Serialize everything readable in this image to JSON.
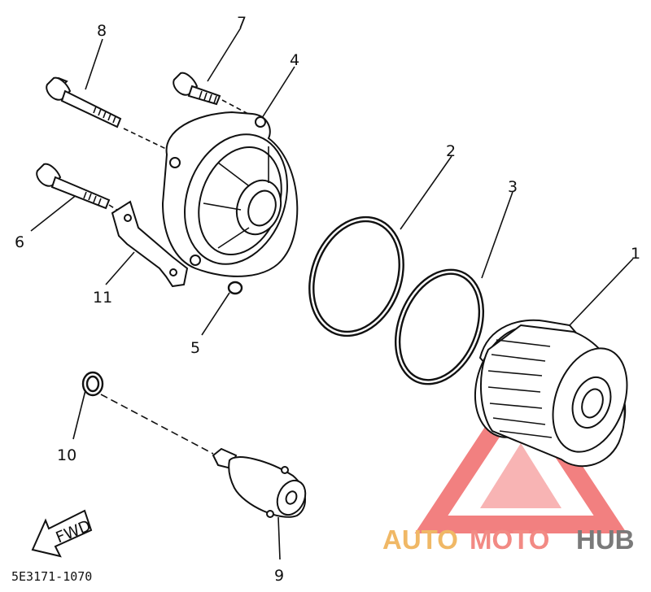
{
  "callouts": [
    "1",
    "2",
    "3",
    "4",
    "5",
    "6",
    "7",
    "8",
    "9",
    "10",
    "11"
  ],
  "diagram_code": "5E3171-1070",
  "fwd_label": "FWD",
  "watermark": {
    "part1": "AUTO",
    "part2": "MOTO",
    "part3": "HUB",
    "color_auto": "#f0b866",
    "color_moto": "#f28a84",
    "color_hub": "#7a7a7a",
    "logo_color": "#f06a6a"
  }
}
